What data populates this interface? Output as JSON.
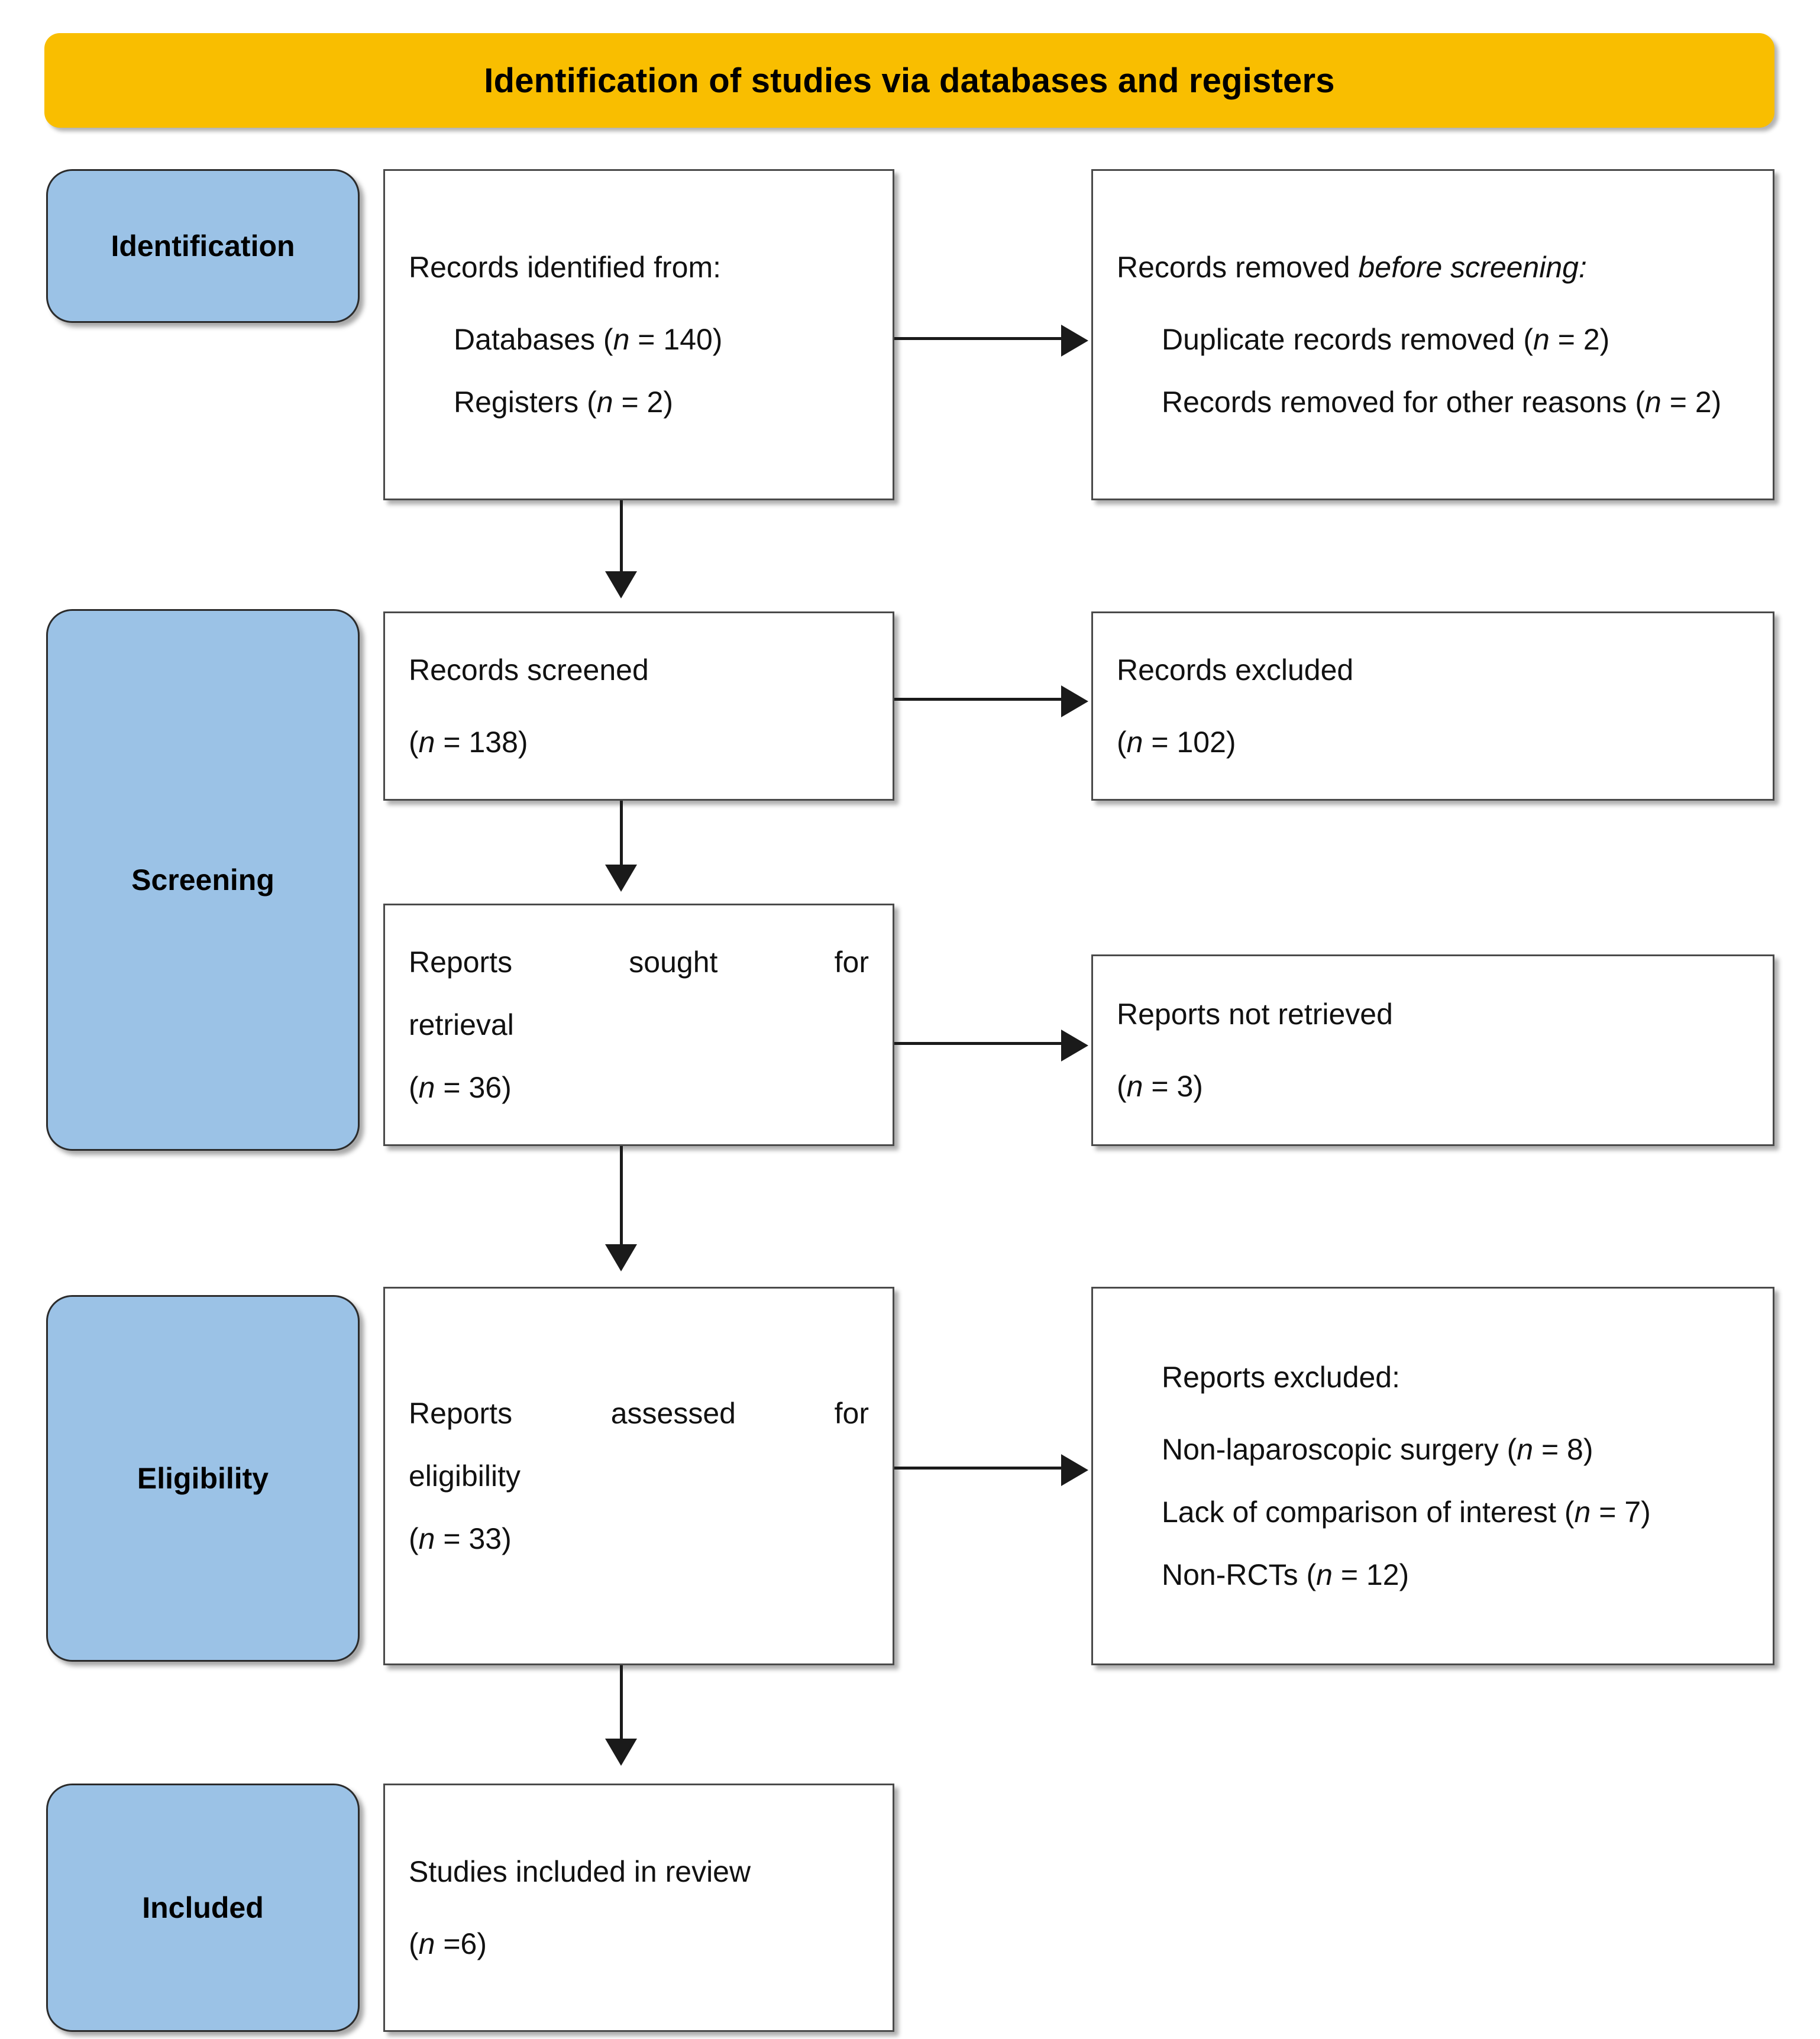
{
  "banner": {
    "title": "Identification of studies via databases and registers",
    "color": "#f9be00"
  },
  "stages": {
    "identification": "Identification",
    "screening": "Screening",
    "eligibility": "Eligibility",
    "included": "Included",
    "color": "#9bc2e6"
  },
  "boxes": {
    "identified": {
      "line1": "Records identified from:",
      "line2_label": "Databases (",
      "line2_n": "n",
      "line2_value": " = 140)",
      "line3_label": "Registers (",
      "line3_n": "n",
      "line3_value": " = 2)"
    },
    "removed": {
      "line1_plain": "Records removed ",
      "line1_italic": "before screening",
      "line1_colon": ":",
      "line2_label": "Duplicate records removed (",
      "line2_n": "n",
      "line2_value": " = 2)",
      "line3_label": "Records removed for other reasons (",
      "line3_n": "n",
      "line3_value": " = 2)"
    },
    "screened": {
      "line1": "Records screened",
      "line2_open": "(",
      "line2_n": "n",
      "line2_value": " = 138)"
    },
    "records_excluded": {
      "line1": "Records excluded",
      "line2_open": "(",
      "line2_n": "n",
      "line2_value": " = 102)"
    },
    "sought": {
      "line1": "Reports sought for",
      "line2": "retrieval",
      "line3_open": "(",
      "line3_n": "n",
      "line3_value": " = 36)"
    },
    "not_retrieved": {
      "line1": "Reports not retrieved",
      "line2_open": "(",
      "line2_n": "n",
      "line2_value": " = 3)"
    },
    "assessed": {
      "line1": "Reports assessed for",
      "line2": "eligibility",
      "line3_open": "(",
      "line3_n": "n",
      "line3_value": " = 33)"
    },
    "reports_excluded": {
      "line1": "Reports excluded:",
      "line2_label": "Non-laparoscopic surgery (",
      "line2_n": "n",
      "line2_value": " = 8)",
      "line3_label": "Lack of comparison of interest (",
      "line3_n": "n",
      "line3_value": " = 7)",
      "line4_label": "Non-RCTs (",
      "line4_n": "n",
      "line4_value": " = 12)"
    },
    "included_studies": {
      "line1": "Studies included in review",
      "line2_open": "(",
      "line2_n": "n",
      "line2_value": " =6)"
    }
  }
}
